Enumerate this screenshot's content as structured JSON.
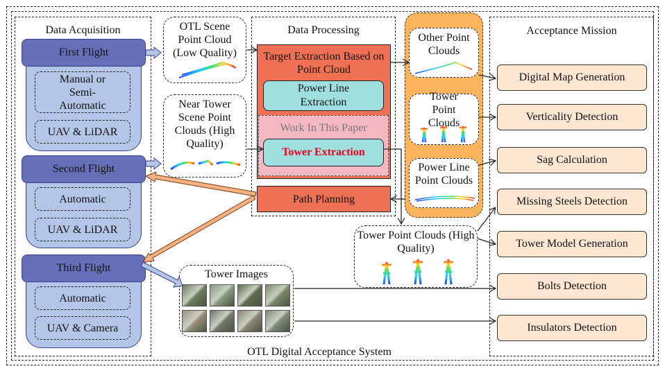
{
  "system_title": "OTL Digital Acceptance System",
  "sections": {
    "acquisition": "Data Acquisition",
    "processing": "Data Processing",
    "mission": "Acceptance Mission"
  },
  "flights": [
    {
      "title": "First Flight",
      "mode": "Manual or Semi-Automatic",
      "sensor": "UAV & LiDAR"
    },
    {
      "title": "Second Flight",
      "mode": "Automatic",
      "sensor": "UAV & LiDAR"
    },
    {
      "title": "Third Flight",
      "mode": "Automatic",
      "sensor": "UAV & Camera"
    }
  ],
  "inputs": {
    "otl_scene": "OTL Scene Point Cloud (Low Quality)",
    "near_tower": "Near Tower Scene Point Clouds (High Quality)",
    "tower_images": "Tower Images"
  },
  "processing": {
    "target_extraction": "Target Extraction Based on Point Cloud",
    "power_line_extraction": "Power Line Extraction",
    "work_in_paper": "Work In This Paper",
    "tower_extraction": "Tower Extraction",
    "path_planning": "Path Planning"
  },
  "clouds": {
    "other": "Other Point Clouds",
    "tower": "Tower Point Clouds",
    "power_line": "Power Line Point Clouds",
    "tower_hq": "Tower Point Clouds (High Quality)"
  },
  "missions": [
    "Digital Map Generation",
    "Verticality Detection",
    "Sag Calculation",
    "Missing Steels Detection",
    "Tower Model Generation",
    "Bolts Detection",
    "Insulators Detection"
  ],
  "colors": {
    "flight_head": "#6670b8",
    "flight_body": "#b4c6e7",
    "extraction_red": "#f07054",
    "work_pink": "#f4b8c4",
    "teal": "#9fdfe0",
    "cloud_orange": "#fbb45c",
    "mission_fill": "#fde7d2",
    "tower_text_red": "#e8001c"
  }
}
